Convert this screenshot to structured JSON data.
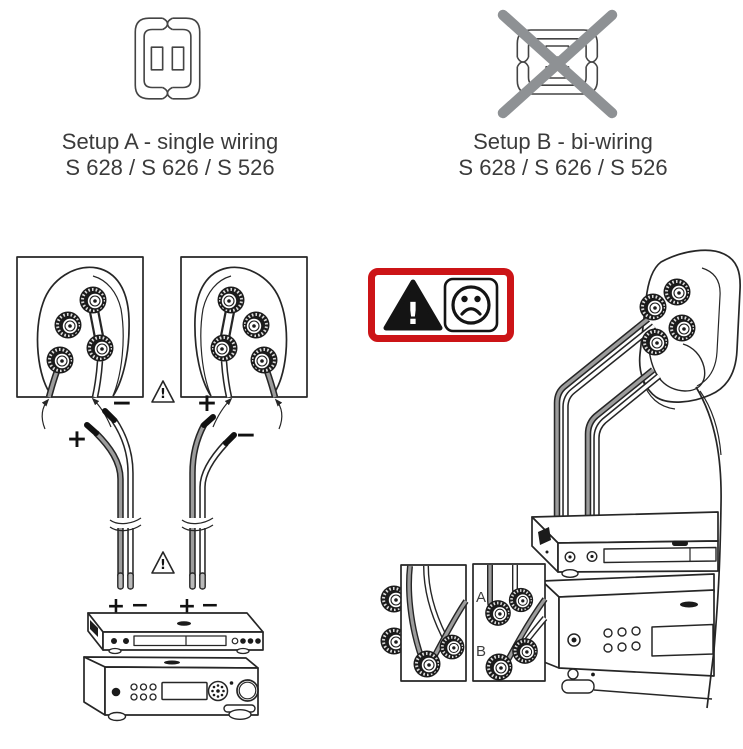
{
  "page": {
    "background": "#ffffff"
  },
  "colors": {
    "line": "#262626",
    "wire_gray": "#9c9c9c",
    "cross_gray": "#8e9194",
    "warning_red": "#cc1417",
    "text": "#3b3b3b"
  },
  "setup_a": {
    "title": "Setup A - single wiring",
    "models": "S 628 / S 626 / S 526",
    "icon": "speaker-jumper-brackets"
  },
  "setup_b": {
    "title": "Setup B - bi-wiring",
    "models": "S 628 / S 626 / S 526",
    "icon": "speaker-jumper-brackets-crossed-out"
  },
  "symbols": {
    "exclamation": "!"
  },
  "diagram_a": {
    "left_speaker": {
      "neg": "−",
      "pos": "+"
    },
    "right_speaker": {
      "pos": "+",
      "neg": "−"
    },
    "amp_terminals": {
      "left_pos": "+",
      "left_neg": "−",
      "right_pos": "+",
      "right_neg": "−"
    }
  },
  "diagram_b": {
    "insets": {
      "a": "A",
      "b": "B"
    }
  }
}
